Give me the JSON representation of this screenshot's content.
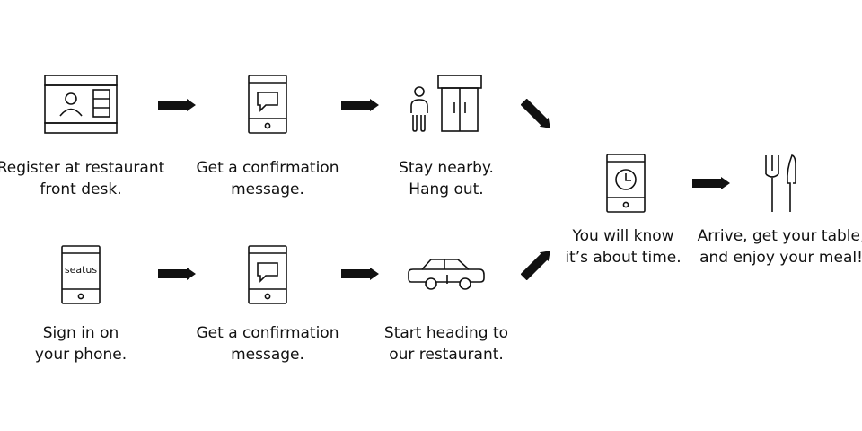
{
  "colors": {
    "ink": "#111111",
    "background": "#ffffff"
  },
  "steps": {
    "register": {
      "icon": "front-desk-icon",
      "line1": "Register at restaurant",
      "line2": "front desk."
    },
    "confirm_top": {
      "icon": "phone-message-icon",
      "line1": "Get a confirmation",
      "line2": "message."
    },
    "stay": {
      "icon": "person-waiting-icon",
      "line1": "Stay nearby.",
      "line2": "Hang out."
    },
    "sign_in": {
      "icon": "phone-app-icon",
      "app_name": "seatus",
      "line1": "Sign in on",
      "line2": "your phone."
    },
    "confirm_bottom": {
      "icon": "phone-message-icon",
      "line1": "Get a confirmation",
      "line2": "message."
    },
    "heading": {
      "icon": "car-icon",
      "line1": "Start heading to",
      "line2": "our restaurant."
    },
    "notify": {
      "icon": "phone-clock-icon",
      "line1": "You will know",
      "line2": "it’s about time."
    },
    "arrive": {
      "icon": "fork-knife-icon",
      "line1": "Arrive, get your table,",
      "line2": "and enjoy your meal!"
    }
  }
}
